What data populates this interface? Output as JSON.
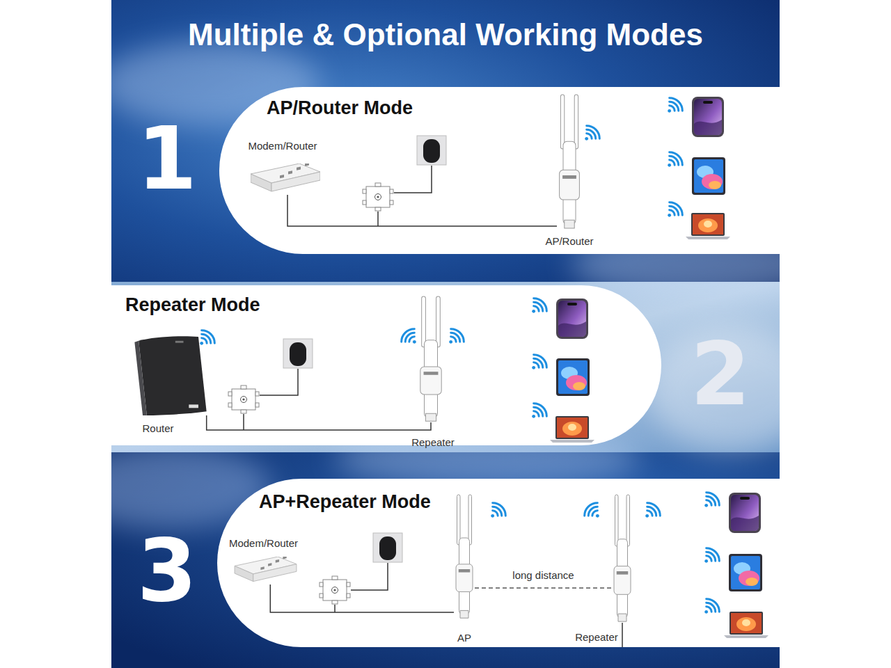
{
  "diagram": {
    "title": "Multiple & Optional Working Modes",
    "nodes": [
      {
        "text": [
          "AP/Router Mode"
        ]
      },
      {
        "text": [
          "Modem/Router"
        ],
        "in": 0
      },
      {
        "text": [
          "AP/Router"
        ],
        "in": 0
      },
      {
        "text": [
          "Repeater Mode"
        ]
      },
      {
        "text": [
          "Router"
        ],
        "in": 3
      },
      {
        "text": [
          "Repeater"
        ],
        "in": 3
      },
      {
        "text": [
          "AP+Repeater Mode"
        ]
      },
      {
        "text": [
          "Modem/Router"
        ],
        "in": 6
      },
      {
        "text": [
          "AP"
        ],
        "in": 6
      },
      {
        "text": [
          "Repeater"
        ],
        "in": 6
      }
    ],
    "edges": [
      {
        "from": 1,
        "to": 2,
        "arrow": "none"
      },
      {
        "from": 4,
        "to": 5,
        "arrow": "none"
      },
      {
        "from": 7,
        "to": 8,
        "arrow": "none"
      },
      {
        "from": 8,
        "to": 9,
        "label": "long distance",
        "arrow": "none"
      }
    ],
    "labels": [
      "1",
      "2",
      "3"
    ]
  }
}
